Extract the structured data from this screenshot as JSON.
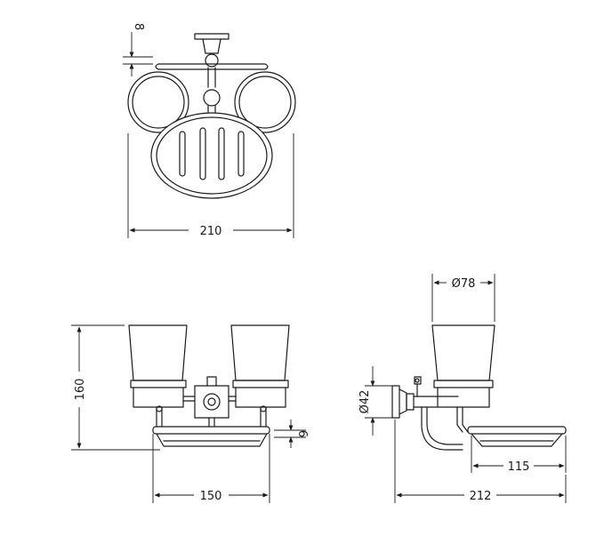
{
  "dimensions": {
    "top_height": "8",
    "top_width": "210",
    "front_height": "160",
    "front_width": "150",
    "front_dish": "6",
    "side_cup_diameter": "Ø78",
    "side_flange_diameter": "Ø42",
    "side_dish": "115",
    "side_depth": "212"
  }
}
